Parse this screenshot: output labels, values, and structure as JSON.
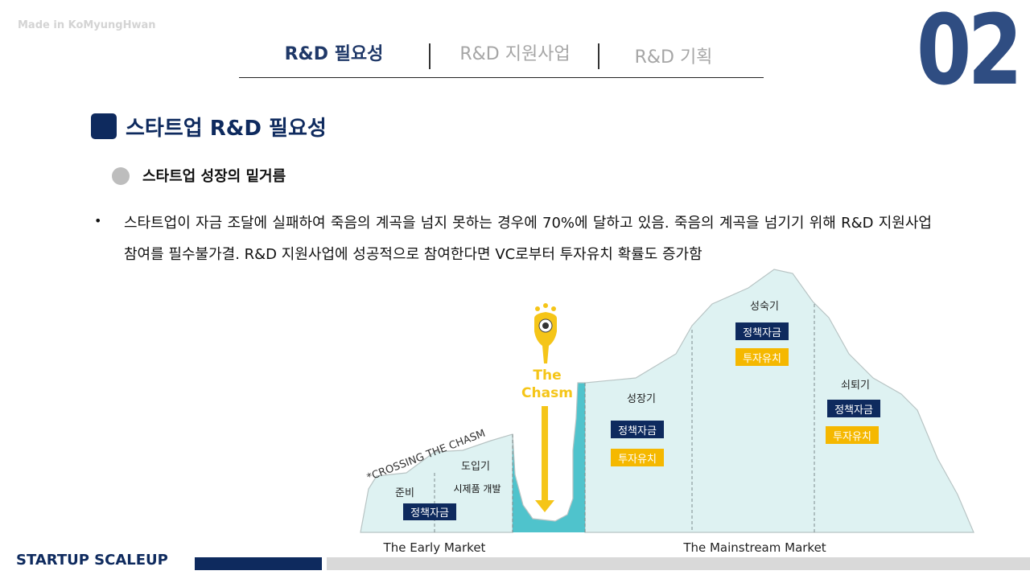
{
  "watermark": "Made in KoMyungHwan",
  "page_number": "02",
  "tabs": [
    {
      "label": "R&D 필요성",
      "active": true
    },
    {
      "label": "R&D 지원사업",
      "active": false
    },
    {
      "label": "R&D 기획",
      "active": false
    }
  ],
  "section_title": "스타트업 R&D 필요성",
  "subsection_title": "스타트업 성장의 밑거름",
  "bullet_symbol": "•",
  "paragraph": "스타트업이 자금 조달에 실패하여 죽음의 계곡을 넘지 못하는 경우에 70%에 달하고 있음. 죽음의 계곡을 넘기기 위해 R&D 지원사업 참여를 필수불가결. R&D 지원사업에 성공적으로 참여한다면 VC로부터 투자유치 확률도 증가함",
  "diagram": {
    "crossing_label": "*CROSSING THE CHASM",
    "chasm_label_line1": "The",
    "chasm_label_line2": "Chasm",
    "early_market": "The Early Market",
    "mainstream_market": "The Mainstream Market",
    "stages": {
      "prep": {
        "name": "준비",
        "tags": [
          "정책자금"
        ]
      },
      "intro": {
        "name": "도입기",
        "desc": "시제품 개발"
      },
      "growth": {
        "name": "성장기",
        "tags": [
          "정책자금",
          "투자유치"
        ]
      },
      "mature": {
        "name": "성숙기",
        "tags": [
          "정책자금",
          "투자유치"
        ]
      },
      "decline": {
        "name": "쇠퇴기",
        "tags": [
          "정책자금",
          "투자유치"
        ]
      }
    },
    "colors": {
      "mountain": "#def2f2",
      "chasm": "#4fc3cc",
      "policy": "#0e2a5e",
      "invest": "#f5b800",
      "arrow": "#f5c518"
    }
  },
  "footer": {
    "brand": "STARTUP SCALEUP"
  }
}
